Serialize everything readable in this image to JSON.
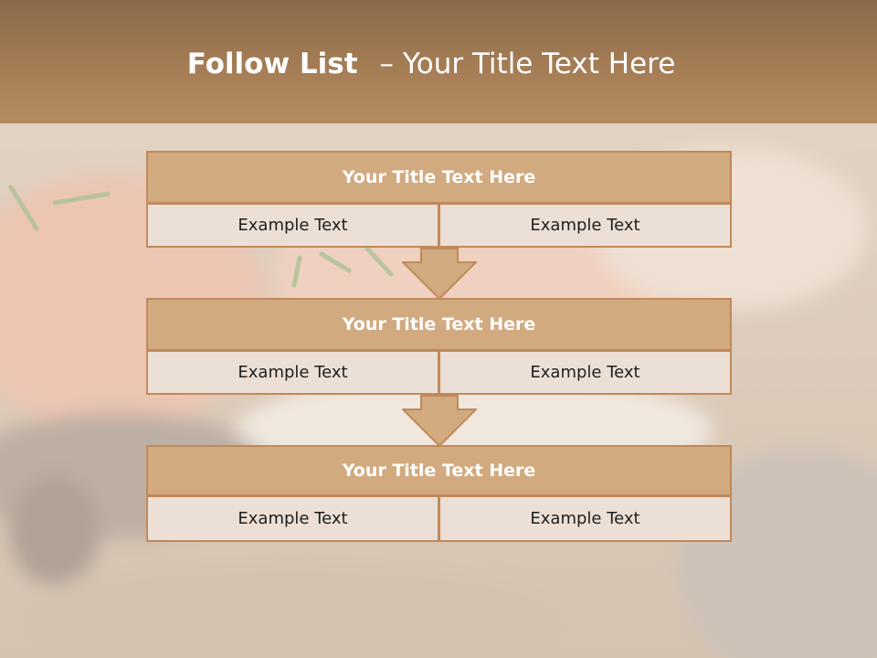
{
  "slide": {
    "title_bold": "Follow List",
    "title_separator": "–",
    "title_rest": "Your Title Text Here"
  },
  "blocks": [
    {
      "title": "Your Title Text Here",
      "left_text": "Example Text",
      "right_text": "Example Text"
    },
    {
      "title": "Your Title Text Here",
      "left_text": "Example Text",
      "right_text": "Example Text"
    },
    {
      "title": "Your Title Text Here",
      "left_text": "Example Text",
      "right_text": "Example Text"
    }
  ],
  "colors": {
    "header_band": "#a57d55",
    "block_header_fill": "#d1aa80",
    "block_cell_fill": "#ecdfd5",
    "border": "#c0895b",
    "arrow_fill": "#d1aa80"
  }
}
